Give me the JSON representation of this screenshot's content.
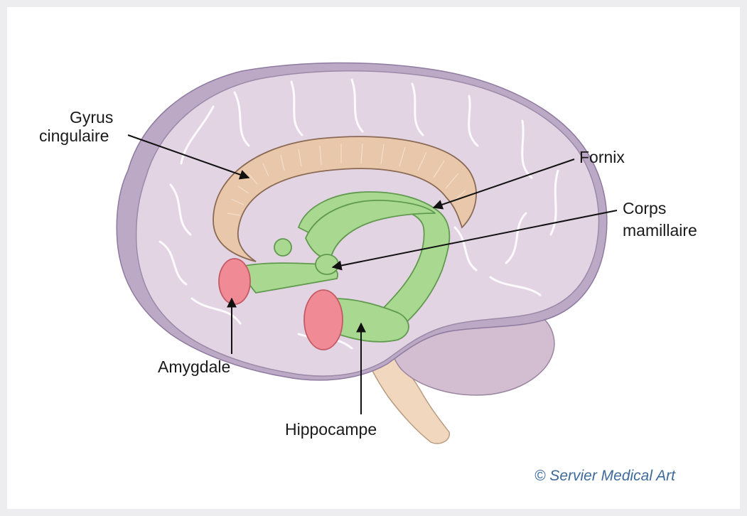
{
  "labels": {
    "gyrus_line1": "Gyrus",
    "gyrus_line2": "cingulaire",
    "fornix": "Fornix",
    "corps_line1": "Corps",
    "corps_line2": "mamillaire",
    "amygdale": "Amygdale",
    "hippocampe": "Hippocampe"
  },
  "credit": "© Servier Medical Art",
  "colors": {
    "brain": "#e3d4e3",
    "brain_rim": "#b6a4c0",
    "cerebellum": "#d2bed0",
    "cingulate": "#e8c7aa",
    "limbic": "#a9d890",
    "amygdala": "#f08a94",
    "brainstem": "#f1d7bd",
    "credit": "#3e6a9a"
  }
}
